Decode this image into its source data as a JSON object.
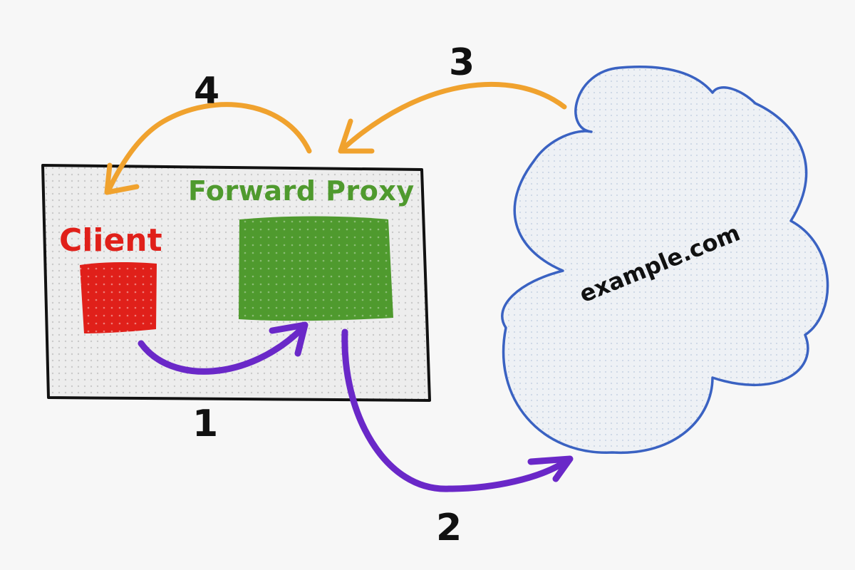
{
  "diagram": {
    "client_label": "Client",
    "proxy_label": "Forward Proxy",
    "server_label": "example.com",
    "steps": {
      "s1": "1",
      "s2": "2",
      "s3": "3",
      "s4": "4"
    }
  },
  "colors": {
    "client": "#e0201a",
    "proxy": "#4f9a2e",
    "cloud_outline": "#3a62c2",
    "request_arrow": "#6a28c8",
    "response_arrow": "#f0a22e",
    "outline": "#111111"
  }
}
